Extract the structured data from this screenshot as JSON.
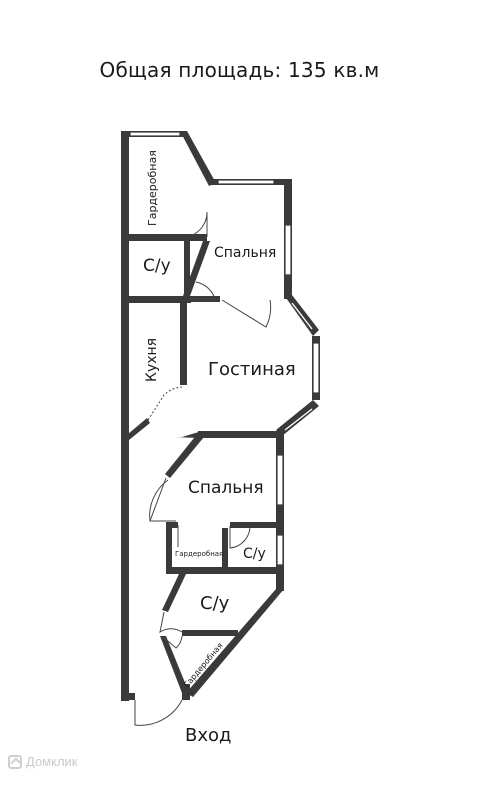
{
  "title": "Общая площадь: 135 кв.м",
  "rooms": {
    "wardrobe_top": "Гардеробная",
    "wc_top": "С/у",
    "bedroom_top": "Спальня",
    "kitchen": "Кухня",
    "living_room": "Гостиная",
    "bedroom_bottom": "Спальня",
    "wardrobe_mid": "Гардеробная",
    "wc_mid": "С/у",
    "wc_bottom": "С/у",
    "wardrobe_bottom": "Гардеробная",
    "entrance": "Вход"
  },
  "watermark": "Домклик",
  "colors": {
    "wall": "#3a3a3a",
    "window": "#ffffff",
    "door": "#444444"
  }
}
